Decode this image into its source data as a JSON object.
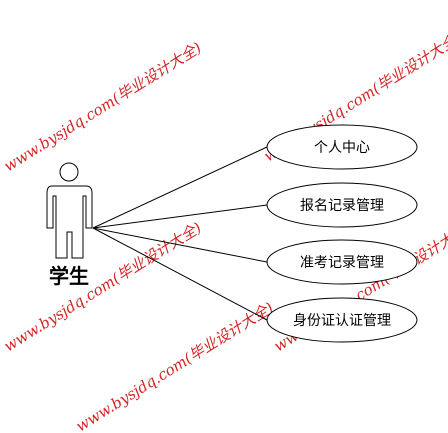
{
  "actor": {
    "label": "学生"
  },
  "use_cases": [
    {
      "label": "个人中心"
    },
    {
      "label": "报名记录管理"
    },
    {
      "label": "准考记录管理"
    },
    {
      "label": "身份证认证管理"
    }
  ],
  "watermark": {
    "text": "www.bysjdq.com(毕业设计大全)"
  },
  "colors": {
    "stroke": "#000000",
    "watermark": "#cc0000",
    "background": "#ffffff"
  }
}
